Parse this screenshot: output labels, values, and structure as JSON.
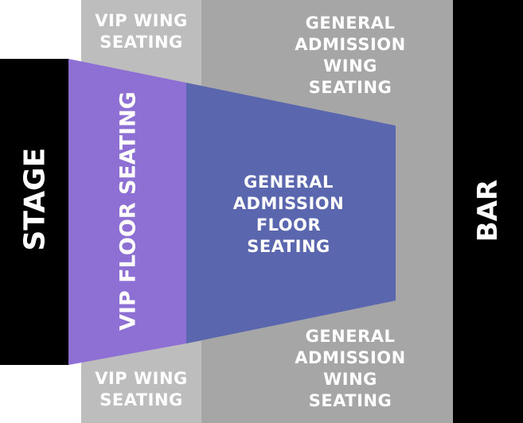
{
  "colors": {
    "stage": "#000000",
    "bar": "#000000",
    "vip_wing": "#bdbdbd",
    "ga_wing": "#a6a6a6",
    "vip_floor": "#8e70d4",
    "ga_floor": "#5a66ad",
    "text": "#ffffff"
  },
  "stage": {
    "label": "STAGE"
  },
  "bar": {
    "label": "BAR"
  },
  "vip_wing_top": {
    "lines": [
      "VIP WING",
      "SEATING"
    ]
  },
  "vip_wing_bottom": {
    "lines": [
      "VIP WING",
      "SEATING"
    ]
  },
  "ga_wing_top": {
    "lines": [
      "GENERAL",
      "ADMISSION",
      "WING",
      "SEATING"
    ]
  },
  "ga_wing_bottom": {
    "lines": [
      "GENERAL",
      "ADMISSION",
      "WING",
      "SEATING"
    ]
  },
  "vip_floor": {
    "label": "VIP FLOOR SEATING"
  },
  "ga_floor": {
    "lines": [
      "GENERAL",
      "ADMISSION",
      "FLOOR",
      "SEATING"
    ]
  }
}
